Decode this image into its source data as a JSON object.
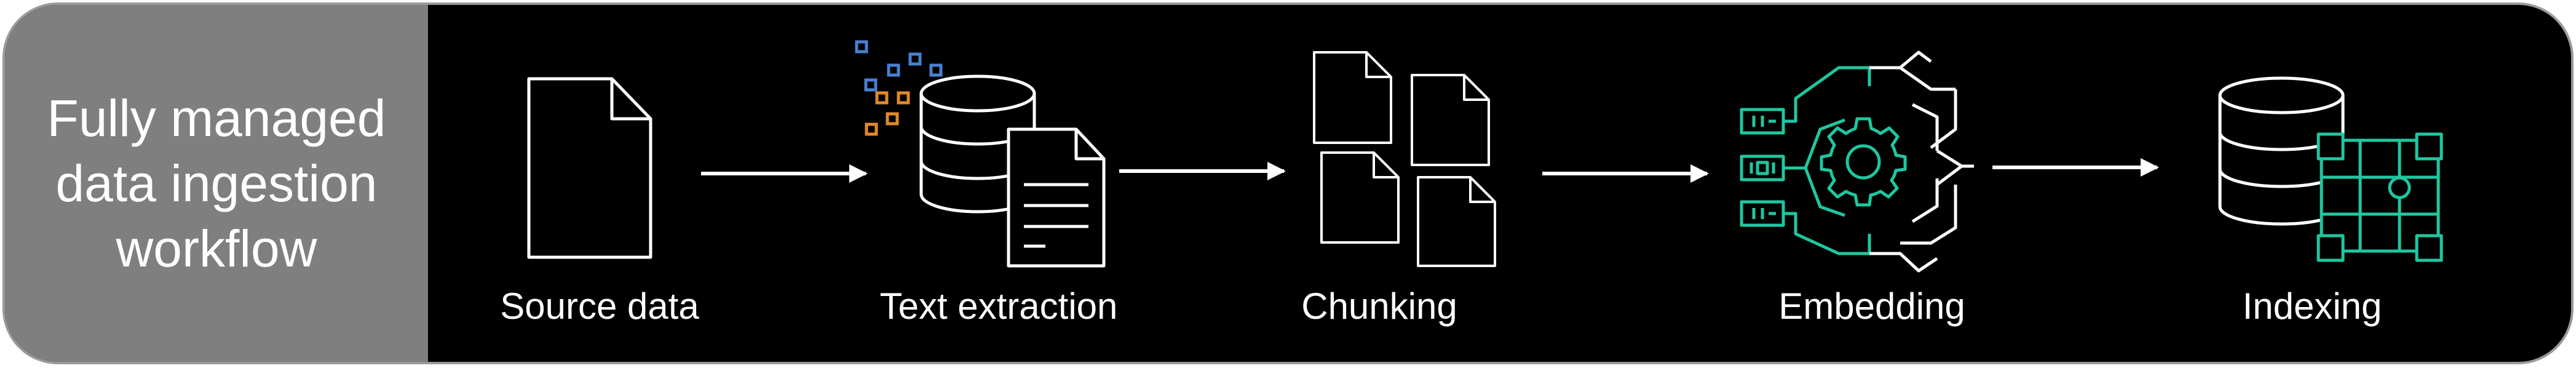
{
  "workflow": {
    "title": "Fully managed data ingestion workflow",
    "stages": [
      {
        "label": "Source data",
        "icon": "document-icon"
      },
      {
        "label": "Text extraction",
        "icon": "database-document-icon"
      },
      {
        "label": "Chunking",
        "icon": "documents-icon"
      },
      {
        "label": "Embedding",
        "icon": "neural-gear-icon"
      },
      {
        "label": "Indexing",
        "icon": "database-grid-icon"
      }
    ]
  },
  "colors": {
    "background": "#000000",
    "panel": "#7f7f7f",
    "frame": "#9a9a9a",
    "text": "#ffffff",
    "accent_teal": "#1fc7a0",
    "accent_blue": "#4a7fd1",
    "accent_orange": "#e08a2a",
    "line_gradient": [
      "#6e4cf7",
      "#c24be0",
      "#e0457a"
    ]
  }
}
